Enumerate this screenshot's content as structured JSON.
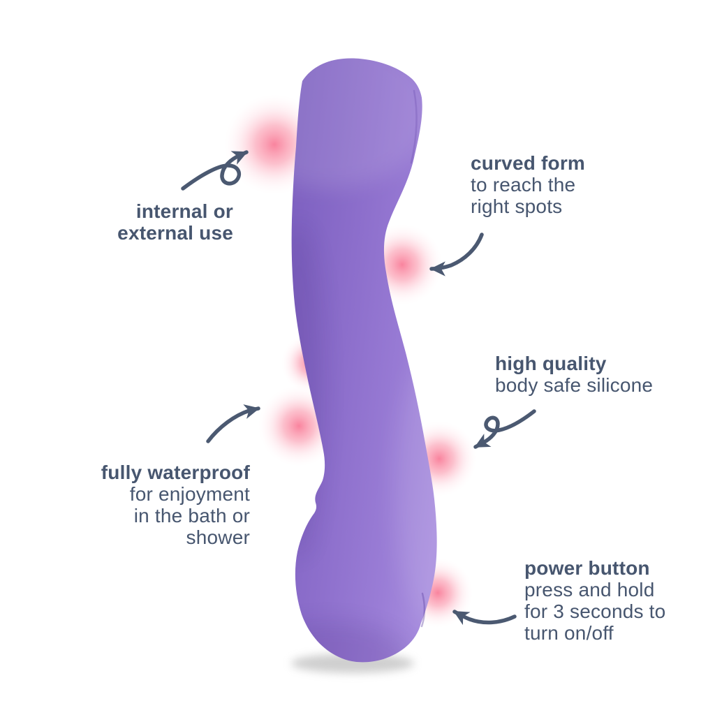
{
  "figure": {
    "subject": "purple curved silicone personal massager shown upright with pink glow accents and annotated feature callouts",
    "background": "#ffffff"
  },
  "palette": {
    "background": "#ffffff",
    "text_color": "#47566f",
    "arrow_color": "#4b5971",
    "product_purple": "#8e70cd",
    "product_purple_light": "#a78dde",
    "product_purple_dark": "#7c5fc0",
    "glow_pink": "#f86e8d",
    "shadow_gray": "#a8a8a8"
  },
  "callouts": [
    {
      "name": "internal-external-use",
      "title_lines": [
        "internal or",
        "external use"
      ],
      "body_lines": []
    },
    {
      "name": "curved-form",
      "title_lines": [
        "curved form"
      ],
      "body_lines": [
        "to reach the",
        "right spots"
      ]
    },
    {
      "name": "high-quality",
      "title_lines": [
        "high quality"
      ],
      "body_lines": [
        "body safe silicone"
      ]
    },
    {
      "name": "fully-waterproof",
      "title_lines": [
        "fully waterproof"
      ],
      "body_lines": [
        "for enjoyment",
        "in the bath or",
        "shower"
      ]
    },
    {
      "name": "power-button",
      "title_lines": [
        "power button"
      ],
      "body_lines": [
        "press and hold",
        "for 3 seconds to",
        "turn on/off"
      ]
    }
  ]
}
